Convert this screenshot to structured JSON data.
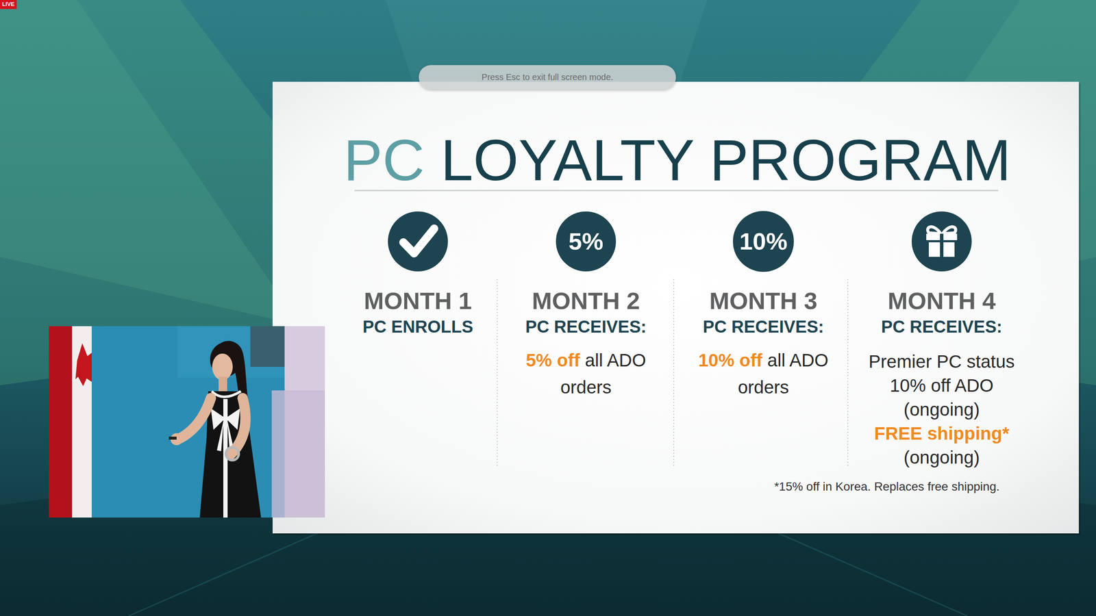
{
  "diagram": {
    "title": "PC LOYALTY PROGRAM",
    "nodes": [
      {
        "text": [
          "LIVE"
        ]
      },
      {
        "text": [
          "Press Esc to exit full screen mode."
        ]
      },
      {
        "text": [
          "5%"
        ]
      },
      {
        "text": [
          "10%"
        ]
      }
    ],
    "labels": [
      "MONTH 1",
      "PC ENROLLS",
      "MONTH 2",
      "PC RECEIVES:",
      "5% off",
      "all ADO orders",
      "MONTH 3",
      "PC RECEIVES:",
      "10% off",
      "all ADO orders",
      "MONTH 4",
      "PC RECEIVES:",
      "Premier PC status 10% off ADO (ongoing)",
      "FREE shipping*",
      "(ongoing)",
      "*15% off in Korea. Replaces free shipping."
    ]
  }
}
